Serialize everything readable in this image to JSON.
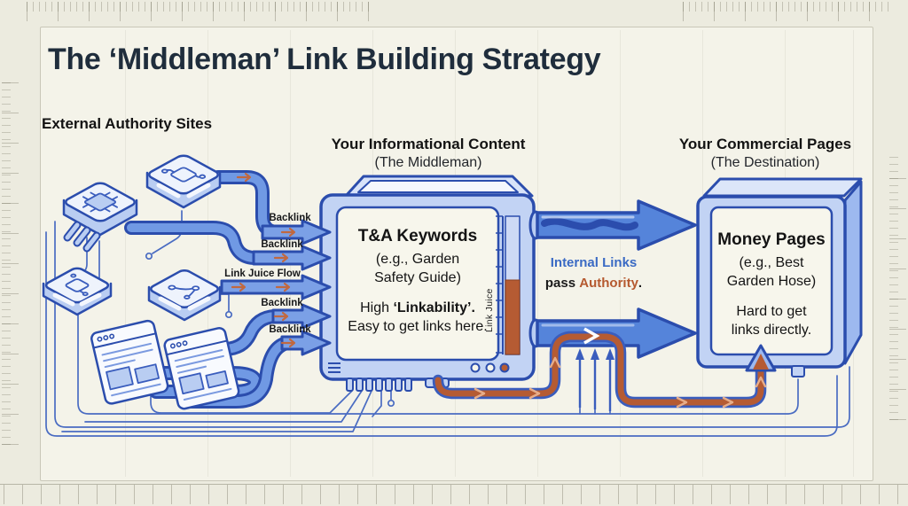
{
  "title": "The ‘Middleman’ Link Building Strategy",
  "columns": {
    "external": {
      "header": "External Authority Sites"
    },
    "middleman": {
      "header": "Your Informational Content",
      "subheader": "(The Middleman)"
    },
    "destination": {
      "header": "Your Commercial Pages",
      "subheader": "(The Destination)"
    }
  },
  "middleman_box": {
    "title": "T&A Keywords",
    "example_line1": "(e.g., Garden",
    "example_line2": "Safety Guide)",
    "note_prefix": "High ",
    "note_bold": "‘Linkability’",
    "note_suffix": ".",
    "note_line2": "Easy to get links here.",
    "gauge_label": "Link Juice"
  },
  "destination_box": {
    "title": "Money Pages",
    "example_line1": "(e.g., Best",
    "example_line2": "Garden Hose)",
    "note_line1": "Hard to get",
    "note_line2": "links directly."
  },
  "flow_labels": [
    {
      "label": "Backlink"
    },
    {
      "label": "Backlink"
    },
    {
      "label": "Link Juice Flow"
    },
    {
      "label": "Backlink"
    },
    {
      "label": "Backlink"
    }
  ],
  "internal_links_note": {
    "line1": "Internal Links",
    "part_pass": "pass ",
    "part_authority": "Authority",
    "part_period": "."
  },
  "colors": {
    "outline_blue": "#2b4dad",
    "pipe_blue": "#7099e4",
    "panel_cream": "#f7f6ec",
    "authority_orange": "#b55b33",
    "note_blue": "#3a6ac4",
    "title_navy": "#1f2d3c"
  }
}
